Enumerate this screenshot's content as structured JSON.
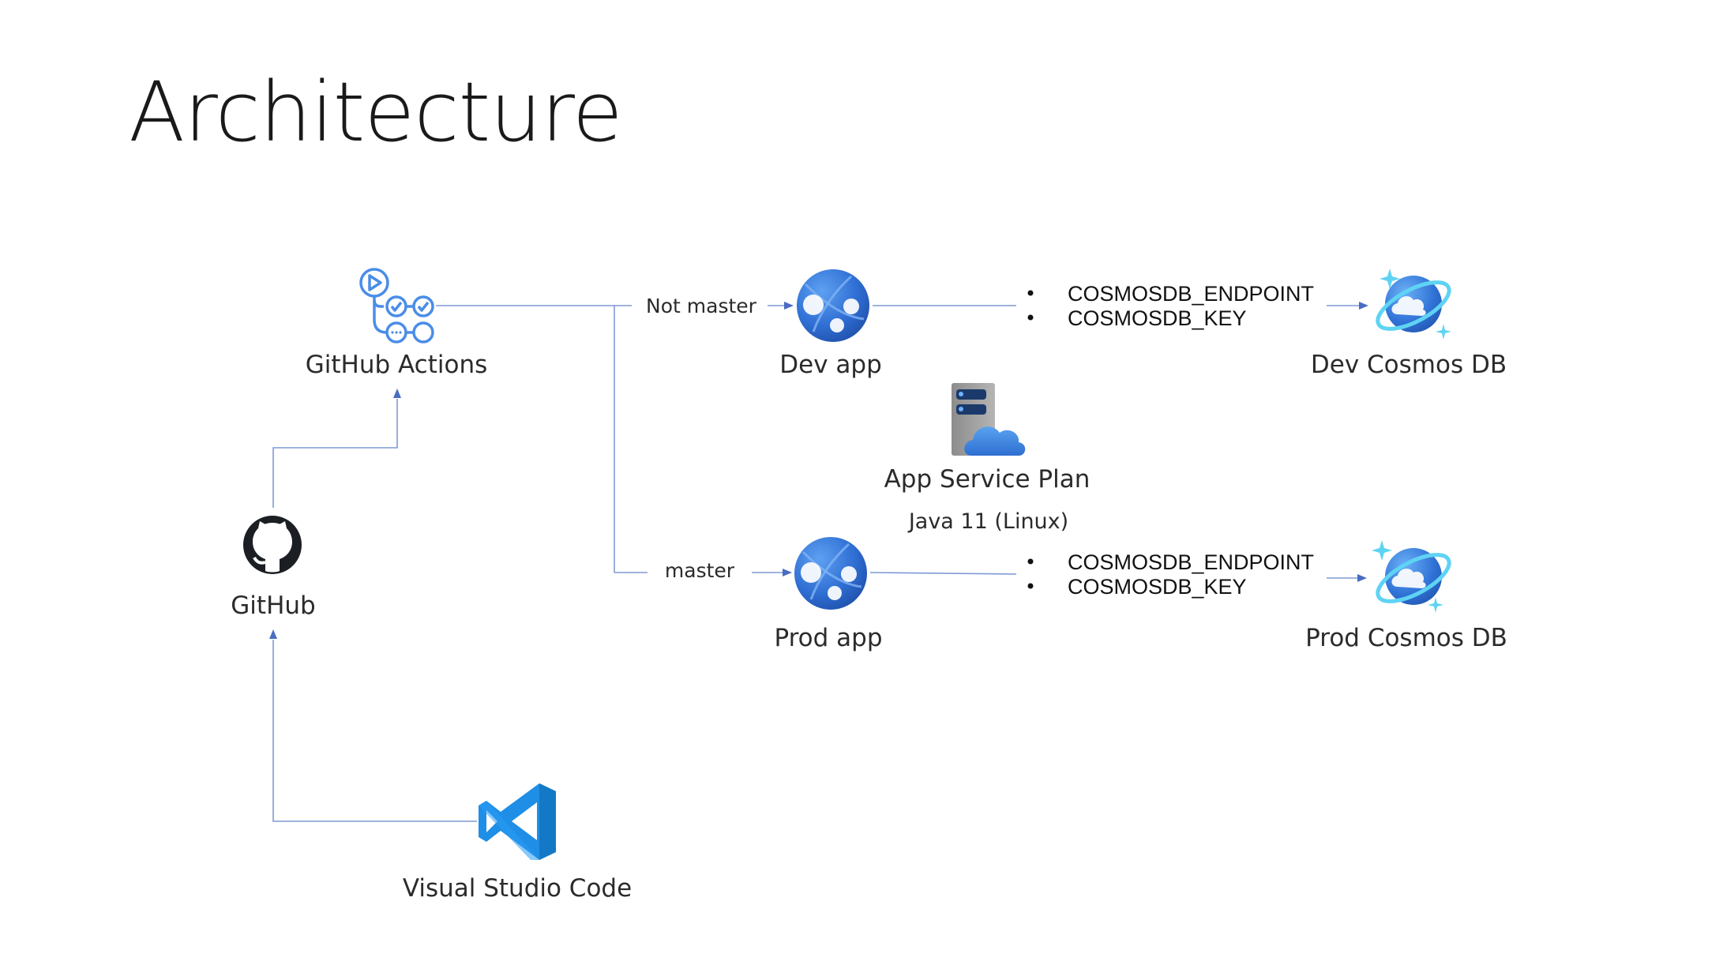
{
  "slide": {
    "title": "Architecture"
  },
  "nodes": {
    "github_actions": {
      "label": "GitHub Actions",
      "icon": "github-actions-icon"
    },
    "github": {
      "label": "GitHub",
      "icon": "github-icon"
    },
    "vscode": {
      "label": "Visual Studio Code",
      "icon": "vscode-icon"
    },
    "dev_app": {
      "label": "Dev app",
      "icon": "app-service-icon"
    },
    "prod_app": {
      "label": "Prod app",
      "icon": "app-service-icon"
    },
    "app_service_plan": {
      "label": "App Service Plan",
      "sublabel": "Java 11 (Linux)",
      "icon": "app-service-plan-icon"
    },
    "dev_cosmos": {
      "label": "Dev Cosmos DB",
      "icon": "cosmos-db-icon"
    },
    "prod_cosmos": {
      "label": "Prod Cosmos DB",
      "icon": "cosmos-db-icon"
    }
  },
  "edges": {
    "not_master_label": "Not master",
    "master_label": "master"
  },
  "env_vars": {
    "dev": [
      "COSMOSDB_ENDPOINT",
      "COSMOSDB_KEY"
    ],
    "prod": [
      "COSMOSDB_ENDPOINT",
      "COSMOSDB_KEY"
    ]
  },
  "colors": {
    "connector": "#7f9ad6",
    "arrowhead": "#4a6dc2",
    "azure_blue": "#2f6ed3",
    "github_black": "#1b1f23",
    "vscode_blue": "#1f8ee6",
    "actions_blue": "#4a8de8"
  }
}
